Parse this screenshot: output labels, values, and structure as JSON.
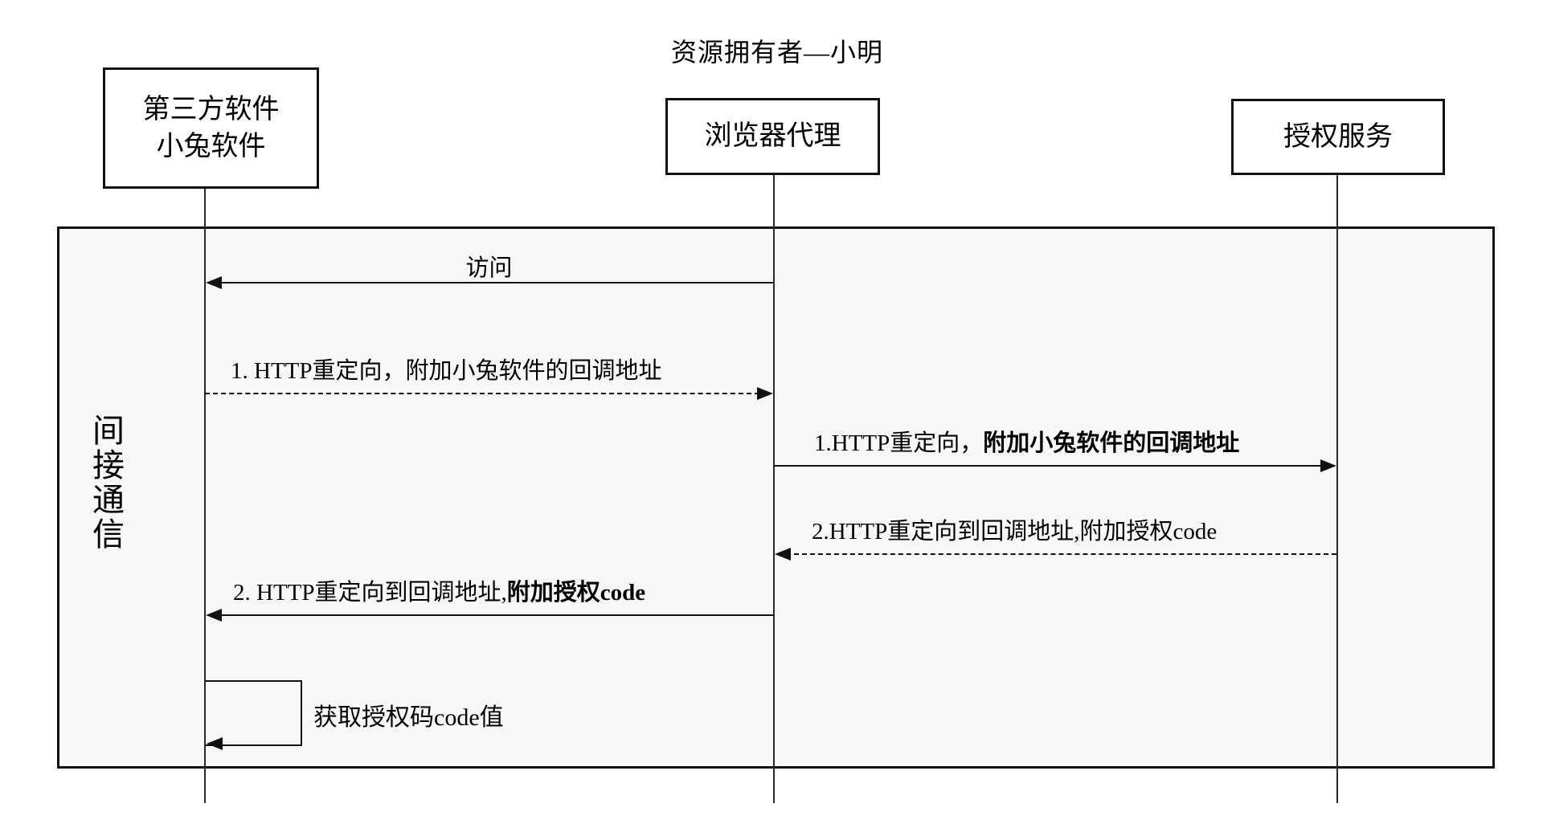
{
  "title": "资源拥有者—小明",
  "actors": {
    "third_party": {
      "line1": "第三方软件",
      "line2": "小兔软件"
    },
    "browser": {
      "label": "浏览器代理"
    },
    "auth": {
      "label": "授权服务"
    }
  },
  "frame": {
    "label": "间接通信"
  },
  "messages": {
    "visit": {
      "label": "访问",
      "from": "浏览器代理",
      "to": "第三方软件",
      "style": "solid"
    },
    "redirect1_to_browser": {
      "label": "1. HTTP重定向，附加小兔软件的回调地址",
      "from": "第三方软件",
      "to": "浏览器代理",
      "style": "dashed"
    },
    "redirect1_to_auth": {
      "prefix": "1.HTTP重定向，",
      "bold": "附加小兔软件的回调地址",
      "from": "浏览器代理",
      "to": "授权服务",
      "style": "solid"
    },
    "redirect2_to_browser": {
      "label": "2.HTTP重定向到回调地址,附加授权code",
      "from": "授权服务",
      "to": "浏览器代理",
      "style": "dashed"
    },
    "redirect2_to_app": {
      "prefix": "2. HTTP重定向到回调地址,",
      "bold": "附加授权code",
      "from": "浏览器代理",
      "to": "第三方软件",
      "style": "solid"
    },
    "self_loop": {
      "label": "获取授权码code值",
      "on": "第三方软件",
      "style": "solid"
    }
  },
  "colors": {
    "line": "#111111",
    "text": "#000000",
    "frame_background": "#f7f7f7",
    "page_background": "#ffffff"
  }
}
